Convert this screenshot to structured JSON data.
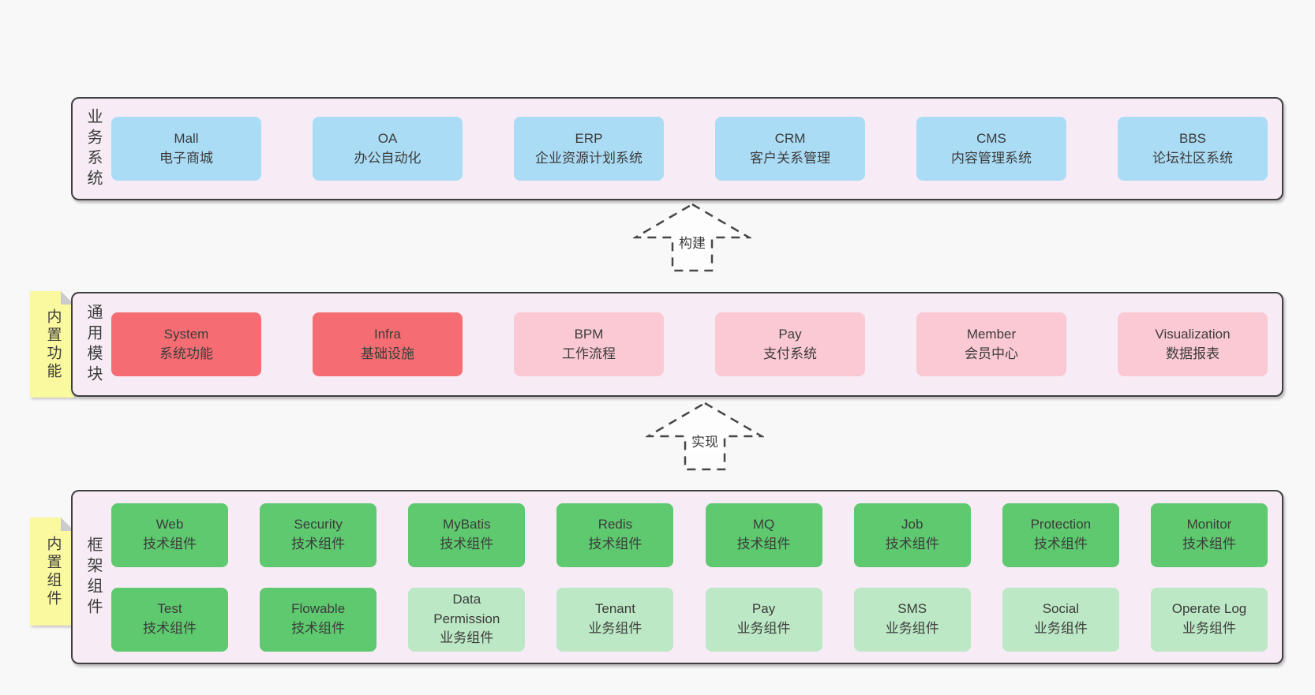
{
  "colors": {
    "page_bg": "#f8f8f8",
    "panel_bg": "#f7ecf5",
    "panel_border": "#3f3f3f",
    "blue": "#abdcf5",
    "red": "#f56d72",
    "pink": "#fbc9d3",
    "green": "#5ec96f",
    "light_green": "#bce8c5",
    "tag_yellow": "#fbf9a0",
    "tag_fold": "#cbcbcb",
    "arrow_line": "#474747",
    "text": "#3c3c3c"
  },
  "panels": [
    {
      "label": "业务系统",
      "boxes": [
        {
          "name": "Mall",
          "desc": "电子商城"
        },
        {
          "name": "OA",
          "desc": "办公自动化"
        },
        {
          "name": "ERP",
          "desc": "企业资源计划系统"
        },
        {
          "name": "CRM",
          "desc": "客户关系管理"
        },
        {
          "name": "CMS",
          "desc": "内容管理系统"
        },
        {
          "name": "BBS",
          "desc": "论坛社区系统"
        }
      ]
    },
    {
      "label": "通用模块",
      "tag": "内置功能",
      "boxes": [
        {
          "name": "System",
          "desc": "系统功能"
        },
        {
          "name": "Infra",
          "desc": "基础设施"
        },
        {
          "name": "BPM",
          "desc": "工作流程"
        },
        {
          "name": "Pay",
          "desc": "支付系统"
        },
        {
          "name": "Member",
          "desc": "会员中心"
        },
        {
          "name": "Visualization",
          "desc": "数据报表"
        }
      ]
    },
    {
      "label": "框架组件",
      "tag": "内置组件",
      "rows": [
        [
          {
            "name": "Web",
            "desc": "技术组件"
          },
          {
            "name": "Security",
            "desc": "技术组件"
          },
          {
            "name": "MyBatis",
            "desc": "技术组件"
          },
          {
            "name": "Redis",
            "desc": "技术组件"
          },
          {
            "name": "MQ",
            "desc": "技术组件"
          },
          {
            "name": "Job",
            "desc": "技术组件"
          },
          {
            "name": "Protection",
            "desc": "技术组件"
          },
          {
            "name": "Monitor",
            "desc": "技术组件"
          }
        ],
        [
          {
            "name": "Test",
            "desc": "技术组件"
          },
          {
            "name": "Flowable",
            "desc": "技术组件"
          },
          {
            "name": "Data Permission",
            "desc": "业务组件"
          },
          {
            "name": "Tenant",
            "desc": "业务组件"
          },
          {
            "name": "Pay",
            "desc": "业务组件"
          },
          {
            "name": "SMS",
            "desc": "业务组件"
          },
          {
            "name": "Social",
            "desc": "业务组件"
          },
          {
            "name": "Operate Log",
            "desc": "业务组件"
          }
        ]
      ]
    }
  ],
  "arrows": [
    {
      "label": "构建"
    },
    {
      "label": "实现"
    }
  ]
}
